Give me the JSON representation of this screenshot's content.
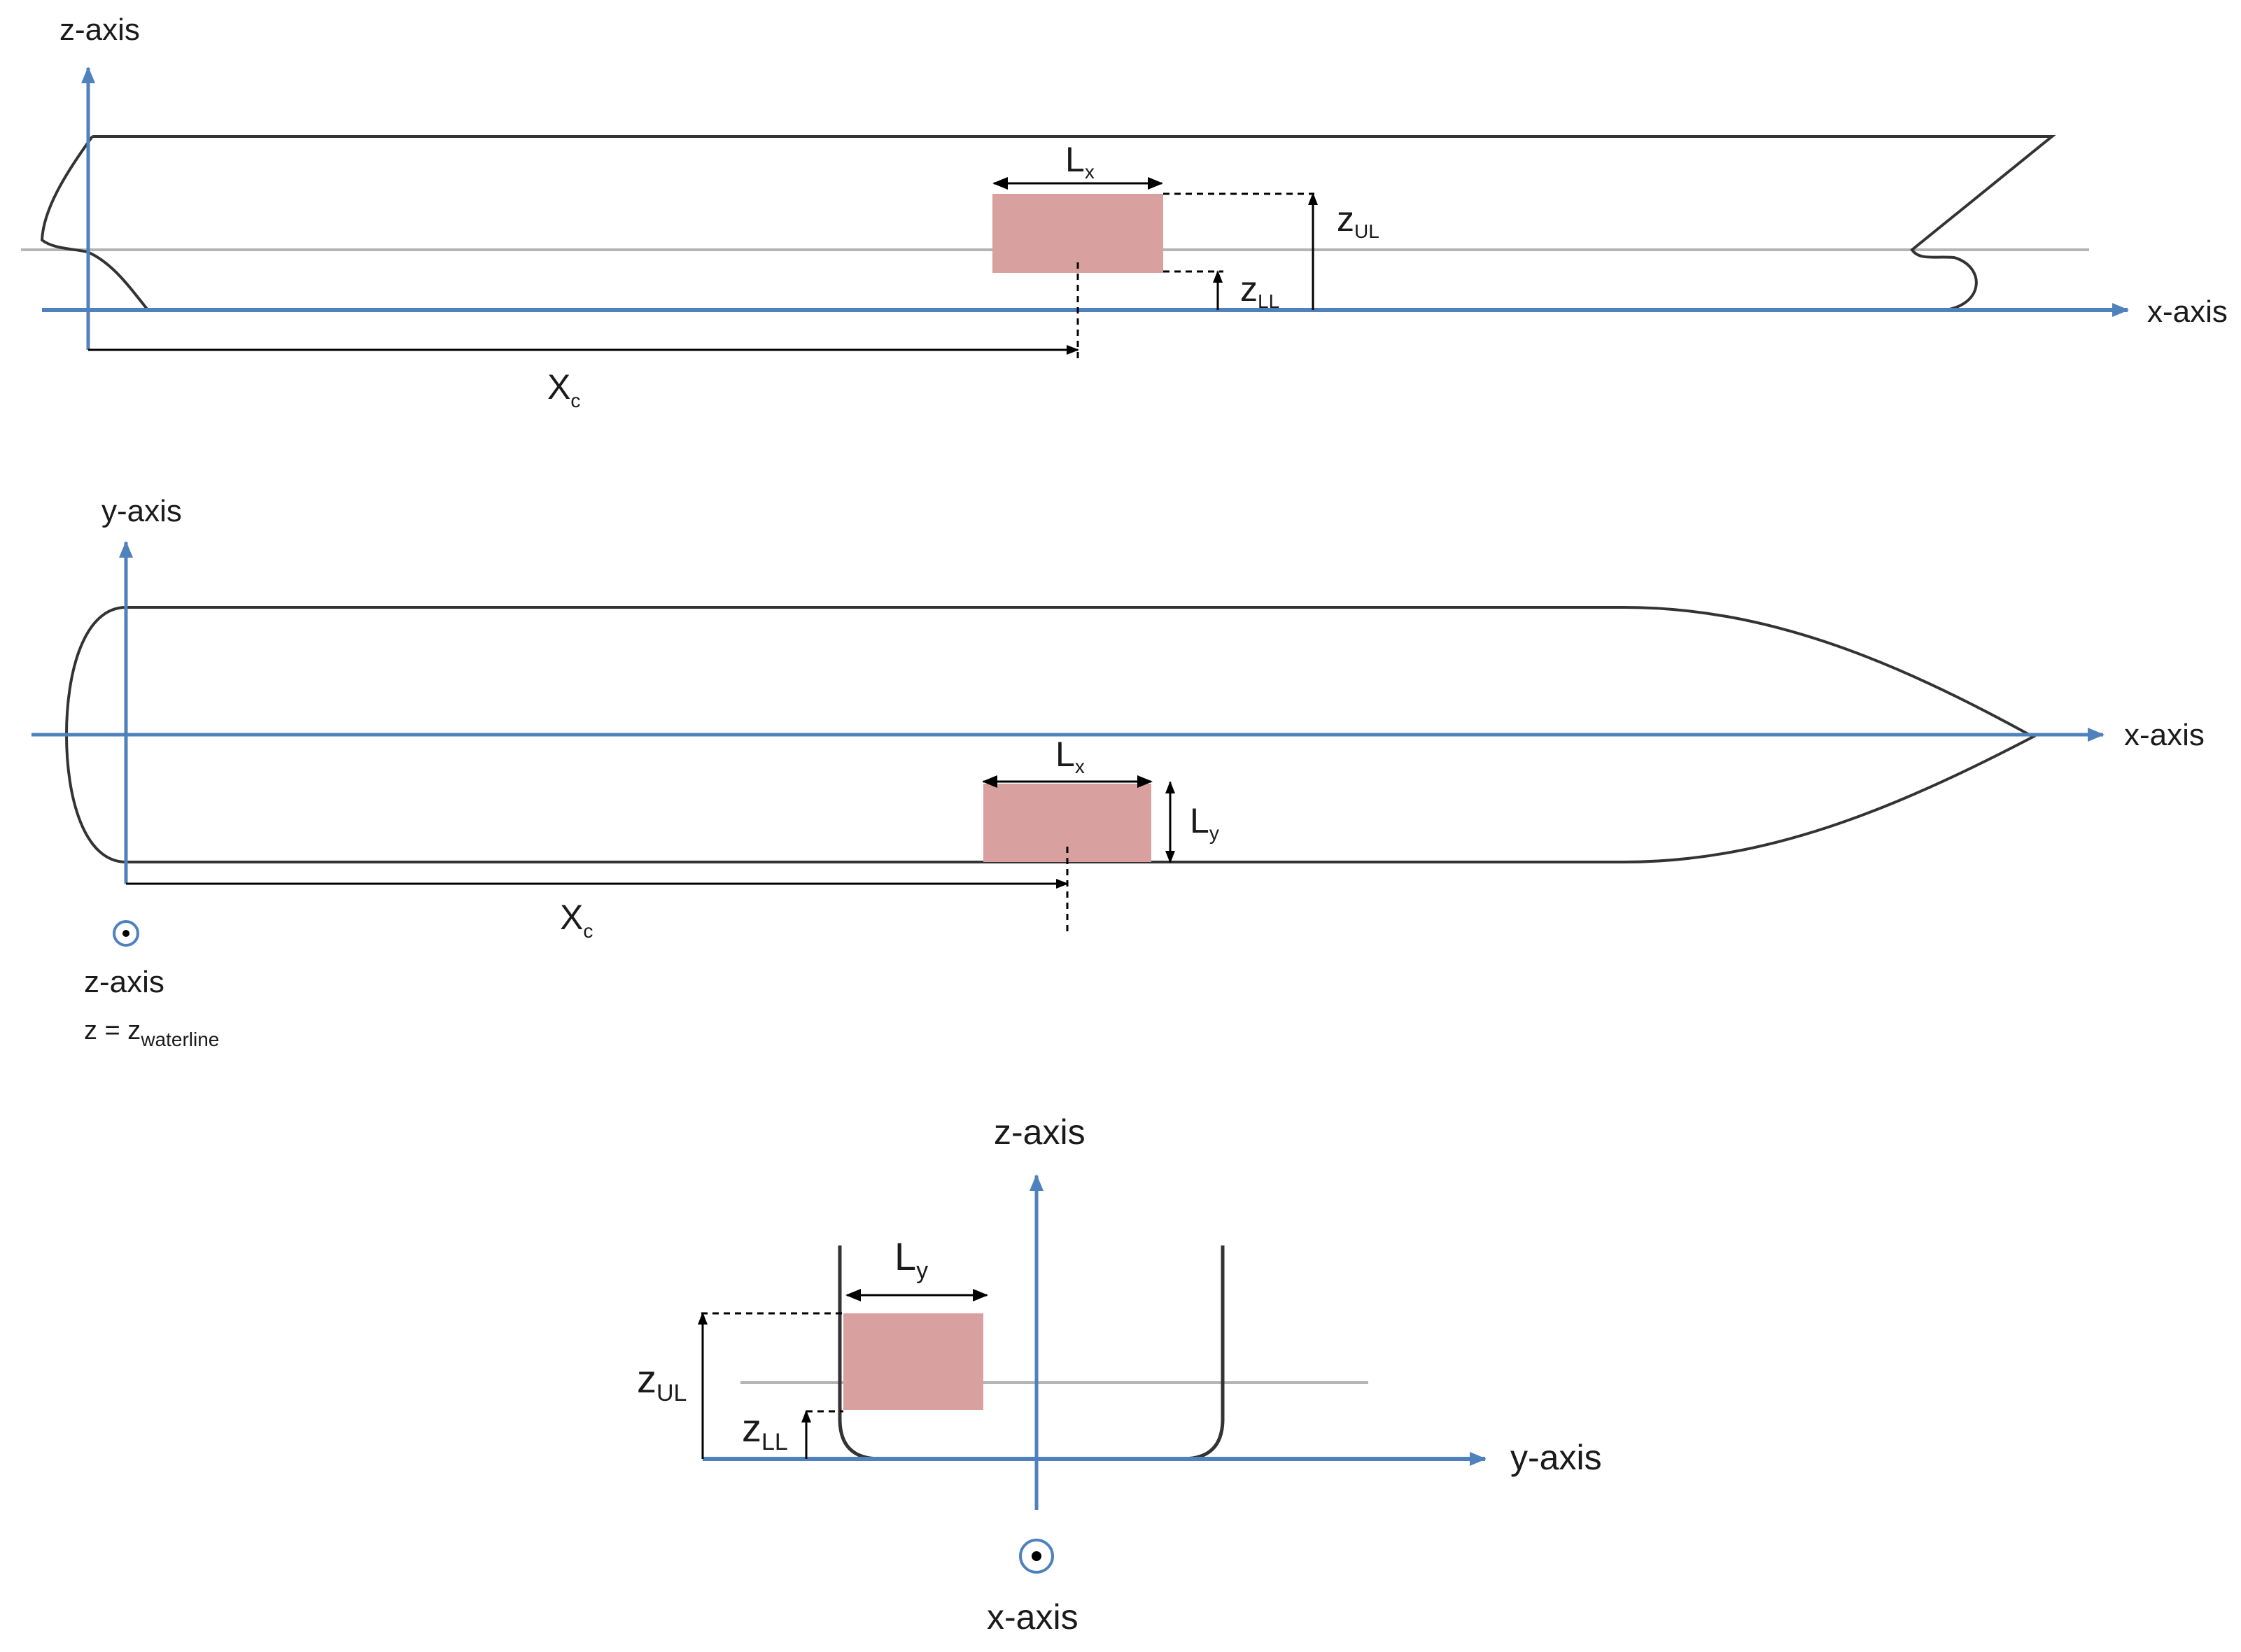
{
  "colors": {
    "axis": "#4f81bd",
    "hull": "#333333",
    "waterline": "#b4b4b4",
    "region_fill": "#d9a0a0",
    "dimension": "#000000"
  },
  "icons": {
    "out_of_page_axis": "circled-dot-icon"
  },
  "side_view": {
    "z_axis_label": "z-axis",
    "x_axis_label": "x-axis",
    "lx": {
      "main": "L",
      "sub": "x"
    },
    "zul": {
      "main": "z",
      "sub": "UL"
    },
    "zll": {
      "main": "z",
      "sub": "LL"
    },
    "xc": {
      "main": "X",
      "sub": "c"
    }
  },
  "top_view": {
    "y_axis_label": "y-axis",
    "x_axis_label": "x-axis",
    "z_axis_label": "z-axis",
    "z_eq_main": "z = z",
    "z_eq_sub": "waterline",
    "lx": {
      "main": "L",
      "sub": "x"
    },
    "ly": {
      "main": "L",
      "sub": "y"
    },
    "xc": {
      "main": "X",
      "sub": "c"
    }
  },
  "section_view": {
    "z_axis_label": "z-axis",
    "y_axis_label": "y-axis",
    "x_axis_label": "x-axis",
    "ly": {
      "main": "L",
      "sub": "y"
    },
    "zul": {
      "main": "z",
      "sub": "UL"
    },
    "zll": {
      "main": "z",
      "sub": "LL"
    }
  }
}
